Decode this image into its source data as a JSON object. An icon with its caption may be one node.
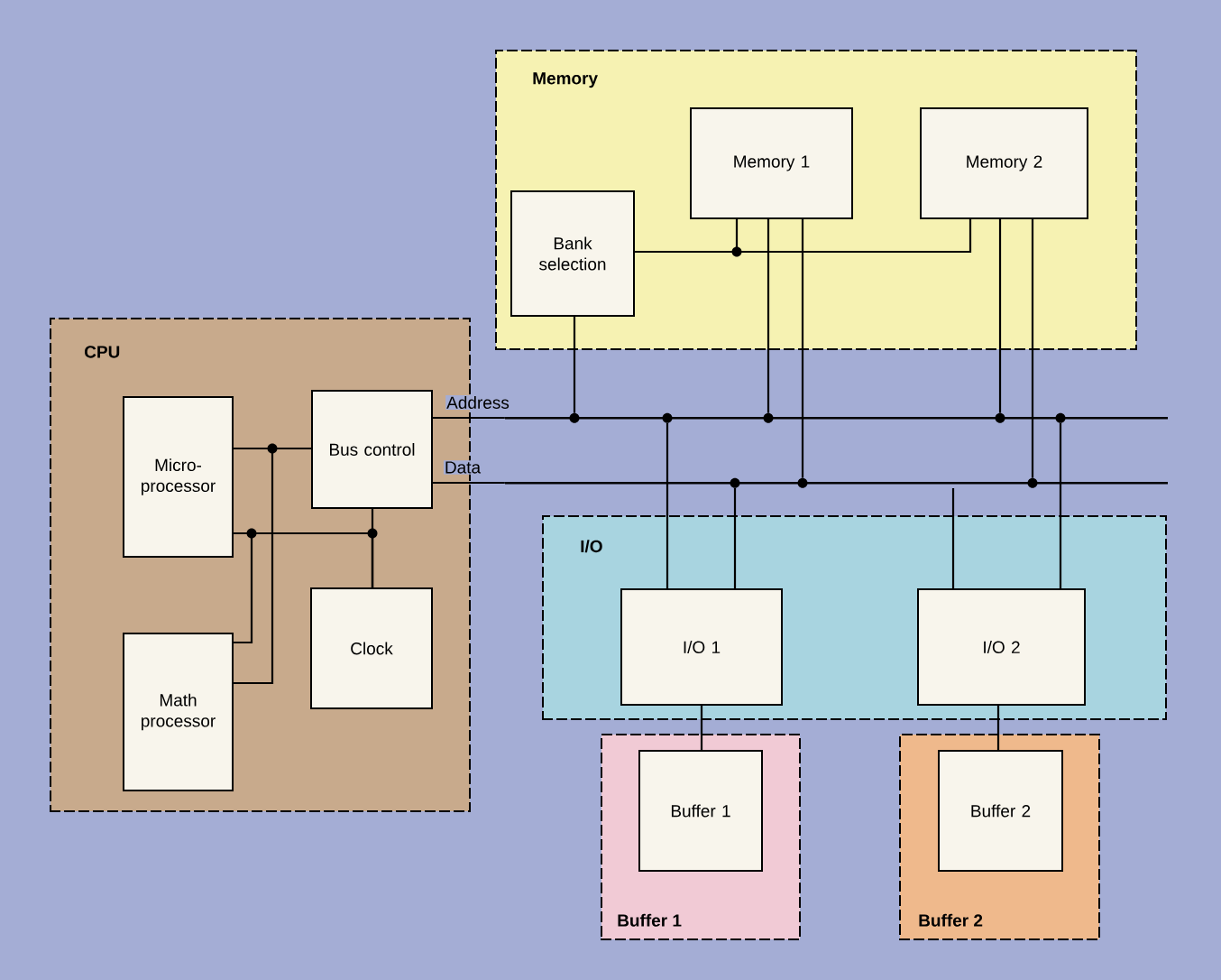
{
  "diagram": {
    "nodes": [
      {
        "text": [
          "CPU"
        ]
      },
      {
        "text": [
          "Micro-processor"
        ],
        "in": 0
      },
      {
        "text": [
          "Bus control"
        ],
        "in": 0
      },
      {
        "text": [
          "Math processor"
        ],
        "in": 0
      },
      {
        "text": [
          "Clock"
        ],
        "in": 0
      },
      {
        "text": [
          "Memory"
        ]
      },
      {
        "text": [
          "Bank selection"
        ],
        "in": 5
      },
      {
        "text": [
          "Memory 1"
        ],
        "in": 5
      },
      {
        "text": [
          "Memory 2"
        ],
        "in": 5
      },
      {
        "text": [],
        "shape": "bar"
      },
      {
        "text": [],
        "shape": "bar"
      },
      {
        "text": [
          "I/O"
        ]
      },
      {
        "text": [
          "I/O 1"
        ],
        "in": 11
      },
      {
        "text": [
          "I/O 2"
        ],
        "in": 11
      },
      {
        "text": [
          "Buffer 1"
        ]
      },
      {
        "text": [
          "Buffer 1"
        ],
        "in": 14
      },
      {
        "text": [
          "Buffer 2"
        ]
      },
      {
        "text": [
          "Buffer 2"
        ],
        "in": 16
      }
    ],
    "edges": [
      {
        "from": 2,
        "to": 9,
        "arrow": "none",
        "label": "Address"
      },
      {
        "from": 2,
        "to": 10,
        "arrow": "none",
        "label": "Data"
      },
      {
        "from": 1,
        "to": 2,
        "arrow": "none"
      },
      {
        "from": 3,
        "to": 2,
        "arrow": "none"
      },
      {
        "from": 1,
        "to": 4,
        "arrow": "none"
      },
      {
        "from": 3,
        "to": 4,
        "arrow": "none"
      },
      {
        "from": 2,
        "to": 4,
        "arrow": "none"
      },
      {
        "from": 6,
        "to": 7,
        "arrow": "none"
      },
      {
        "from": 6,
        "to": 8,
        "arrow": "none"
      },
      {
        "from": 6,
        "to": 9,
        "arrow": "none"
      },
      {
        "from": 7,
        "to": 9,
        "arrow": "none"
      },
      {
        "from": 7,
        "to": 10,
        "arrow": "none"
      },
      {
        "from": 8,
        "to": 9,
        "arrow": "none"
      },
      {
        "from": 8,
        "to": 10,
        "arrow": "none"
      },
      {
        "from": 12,
        "to": 9,
        "arrow": "none"
      },
      {
        "from": 12,
        "to": 10,
        "arrow": "none"
      },
      {
        "from": 13,
        "to": 10,
        "arrow": "none"
      },
      {
        "from": 13,
        "to": 9,
        "arrow": "none"
      },
      {
        "from": 12,
        "to": 15,
        "arrow": "none"
      },
      {
        "from": 13,
        "to": 17,
        "arrow": "none"
      }
    ]
  }
}
